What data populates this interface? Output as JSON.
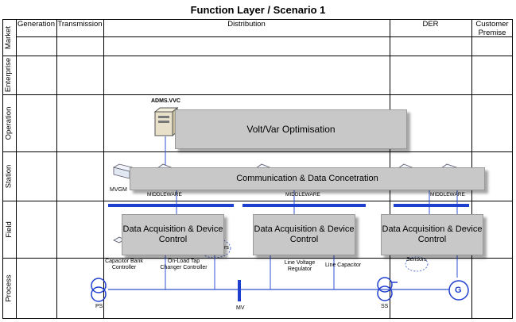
{
  "title": "Function Layer / Scenario  1",
  "columns": [
    "Generation",
    "Transmission",
    "Distribution",
    "DER",
    "Customer Premise"
  ],
  "rows": [
    "Market",
    "Enterprise",
    "Operation",
    "Station",
    "Field",
    "Process"
  ],
  "functions": {
    "volt_var": "Volt/Var Optimisation",
    "communication": "Communication & Data Concetration",
    "daq_1": "Data Acquisition & Device Control",
    "daq_2": "Data Acquisition & Device Control",
    "daq_3": "Data Acquisition & Device Control"
  },
  "labels": {
    "adms": "ADMS.VVC",
    "mvgm": "MVGM",
    "middleware_1": "MIDDLEWARE",
    "middleware_2": "MIDDLEWARE",
    "middleware_3": "MIDDLEWARE",
    "capacitor_bank_controller": "Capacitor Bank Controller",
    "oltc_controller": "On-Load Tap Changer Controller",
    "line_voltage_regulator": "Line Voltage Regulator",
    "line_capacitor": "Line Capacitor",
    "sensors": "Sensors",
    "sensors_partial": "rs",
    "ps": "PS",
    "mv": "MV",
    "ss": "SS",
    "generator": "G"
  },
  "colors": {
    "grid": "#000000",
    "component_box": "#c8c8c8",
    "bus": "#1f3fcf",
    "link": "#3050d0"
  }
}
